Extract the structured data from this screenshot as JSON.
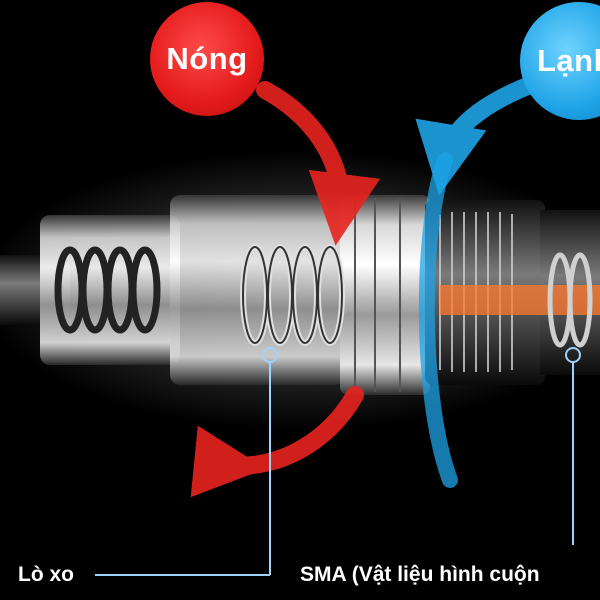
{
  "bubbles": {
    "hot": "Nóng",
    "cold": "Lạnh"
  },
  "labels": {
    "spring": "Lò xo",
    "sma": "SMA (Vật liệu hình cuộn"
  },
  "colors": {
    "hot": "#e31a1a",
    "cold": "#1ea3e6",
    "background": "#000000"
  }
}
